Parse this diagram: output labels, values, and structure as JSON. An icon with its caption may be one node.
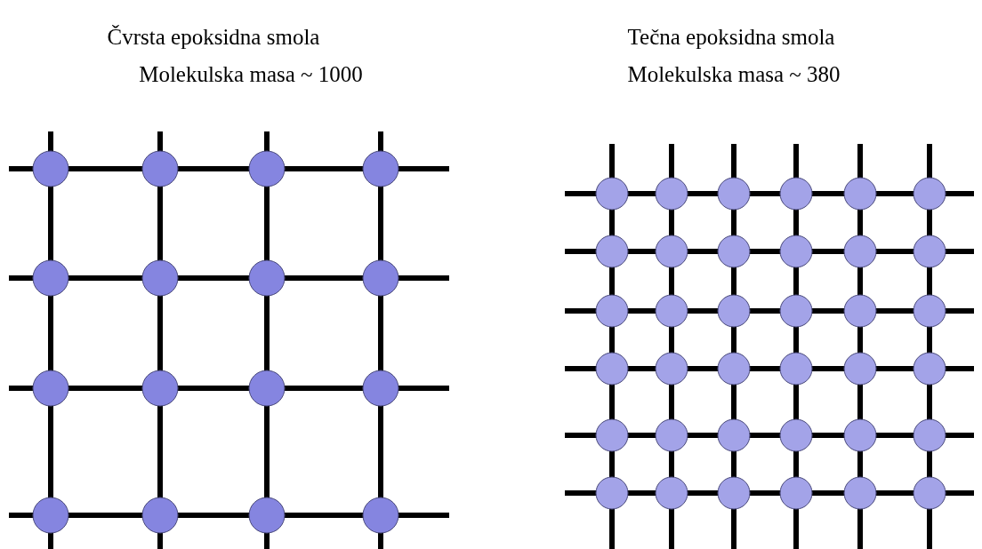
{
  "diagram": {
    "labels": [
      "Čvrsta epoksidna smola",
      "Molekulska masa ~ 1000",
      "Tečna epoksidna smola",
      "Molekulska masa ~ 380"
    ]
  }
}
